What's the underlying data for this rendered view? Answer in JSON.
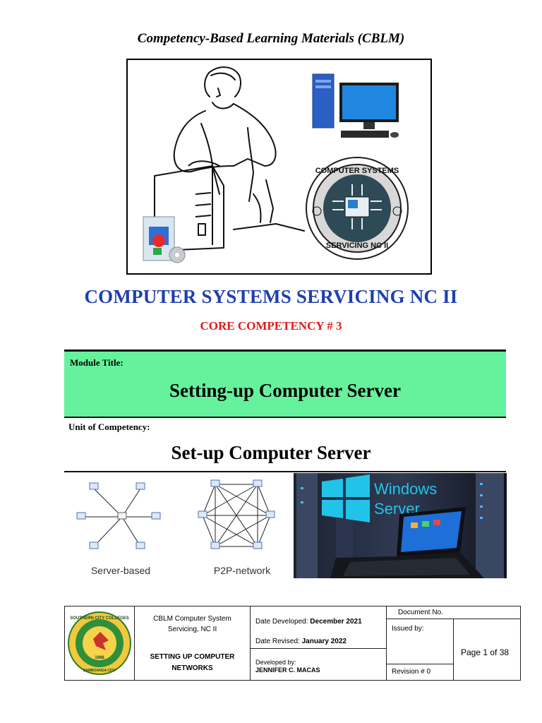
{
  "header": {
    "cblm_title": "Competency-Based Learning Materials (CBLM)"
  },
  "cover": {
    "logo_ring_text_top": "COMPUTER SYSTEMS",
    "logo_ring_text_bottom": "SERVICING NC II"
  },
  "title": {
    "main": "COMPUTER SYSTEMS SERVICING NC II",
    "core_competency": "CORE COMPETENCY #  3"
  },
  "module": {
    "label": "Module Title:",
    "title": "Setting-up Computer  Server"
  },
  "unit": {
    "label": "Unit of Competency:",
    "title": "Set-up Computer Server"
  },
  "networks": {
    "server_based": "Server-based",
    "p2p": "P2P-network",
    "windows_line1": "Windows",
    "windows_line2": "Server"
  },
  "footer": {
    "school_seal_text": "SOUTHERN CITY COLLEGES",
    "school_seal_city": "ZAMBOANGA CITY",
    "school_seal_year": "1988",
    "cblm_line1": "CBLM Computer System",
    "cblm_line2": "Servicing, NC II",
    "setting_line1": "SETTING UP COMPUTER",
    "setting_line2": "NETWORKS",
    "date_dev_label": "Date Developed:",
    "date_dev_value": "December 2021",
    "date_rev_label": "Date Revised:",
    "date_rev_value": "January 2022",
    "developed_by_label": "Developed by:",
    "developed_by_value": "JENNIFER C. MACAS",
    "document_no": "Document No.",
    "issued_by": "Issued by:",
    "revision": "Revision # 0",
    "page_label": "Page 1  of 38"
  },
  "colors": {
    "title_blue": "#1f3fb0",
    "core_red": "#e01a1a",
    "module_green": "#66f29d"
  }
}
